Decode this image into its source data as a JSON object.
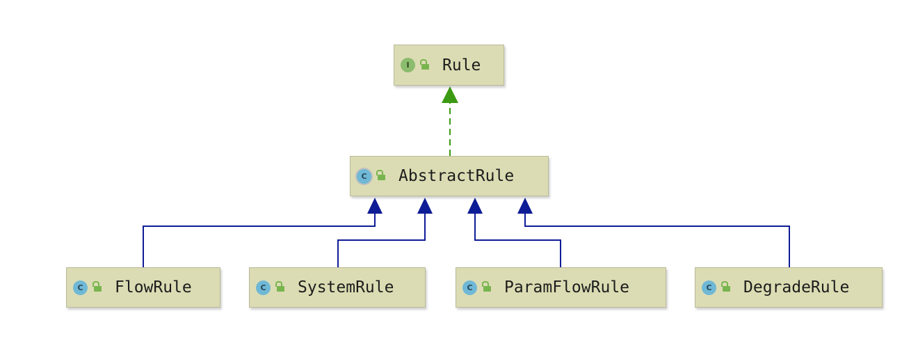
{
  "nodes": {
    "rule": {
      "label": "Rule",
      "kind": "I"
    },
    "abstract_rule": {
      "label": "AbstractRule",
      "kind": "C"
    },
    "flow_rule": {
      "label": "FlowRule",
      "kind": "C"
    },
    "system_rule": {
      "label": "SystemRule",
      "kind": "C"
    },
    "param_flow_rule": {
      "label": "ParamFlowRule",
      "kind": "C"
    },
    "degrade_rule": {
      "label": "DegradeRule",
      "kind": "C"
    }
  },
  "colors": {
    "node_fill": "#dcdcb4",
    "implements_edge": "#3c9a12",
    "extends_edge": "#0e1c96"
  },
  "icons": {
    "interface": "interface-icon",
    "class": "class-icon",
    "public_visibility": "unlocked-padlock-icon"
  }
}
